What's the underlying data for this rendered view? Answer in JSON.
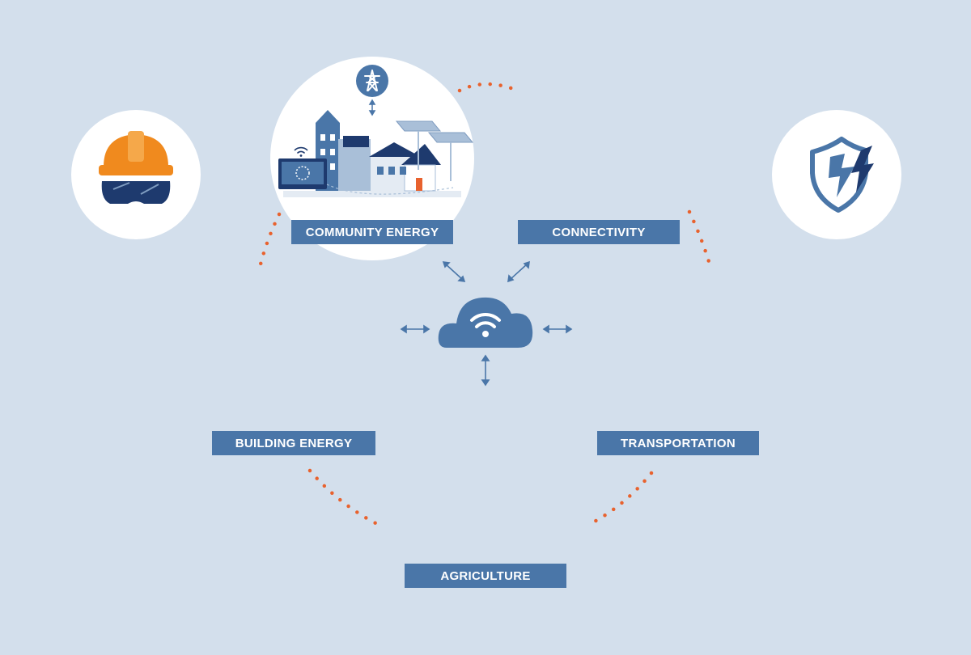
{
  "colors": {
    "background": "#d3dfec",
    "circle": "#ffffff",
    "navy": "#1e3a6e",
    "blue": "#4a76a8",
    "light_blue": "#a9bfd8",
    "orange": "#e8622e",
    "helmet_orange": "#f08a1e"
  },
  "icons": {
    "hard_hat": "hard-hat-icon",
    "shield": "shield-lightning-icon",
    "cloud": "cloud-wifi-icon",
    "tower": "power-tower-icon"
  },
  "sectors": {
    "community": {
      "label": "COMMUNITY ENERGY"
    },
    "connectivity": {
      "label": "CONNECTIVITY"
    },
    "building": {
      "label": "BUILDING ENERGY"
    },
    "transportation": {
      "label": "TRANSPORTATION"
    },
    "agriculture": {
      "label": "AGRICULTURE"
    }
  }
}
